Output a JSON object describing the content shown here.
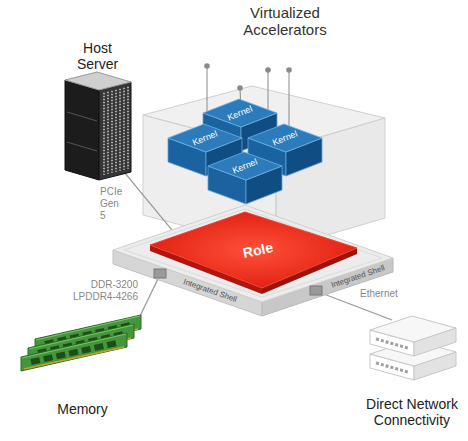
{
  "diagram": {
    "title": "Virtualized Accelerators",
    "nodes": [
      {
        "text": [
          "Host Server"
        ]
      },
      {
        "text": [
          "Integrated Shell",
          "Integrated Shell"
        ]
      },
      {
        "text": [
          "Role"
        ],
        "in": 1
      },
      {
        "text": [
          "Kernel"
        ]
      },
      {
        "text": [
          "Kernel"
        ]
      },
      {
        "text": [
          "Kernel"
        ]
      },
      {
        "text": [
          "Kernel"
        ]
      },
      {
        "text": [
          "Memory"
        ]
      },
      {
        "text": [
          "Direct Network Connectivity"
        ]
      }
    ],
    "edges": [
      {
        "from": 0,
        "to": 1,
        "arrow": "none",
        "label": "PCIe Gen 5"
      },
      {
        "from": 7,
        "to": 1,
        "arrow": "none",
        "label": "DDR-3200 LPDDR4-4266"
      },
      {
        "from": 1,
        "to": 8,
        "arrow": "none",
        "label": "Ethernet"
      }
    ]
  }
}
